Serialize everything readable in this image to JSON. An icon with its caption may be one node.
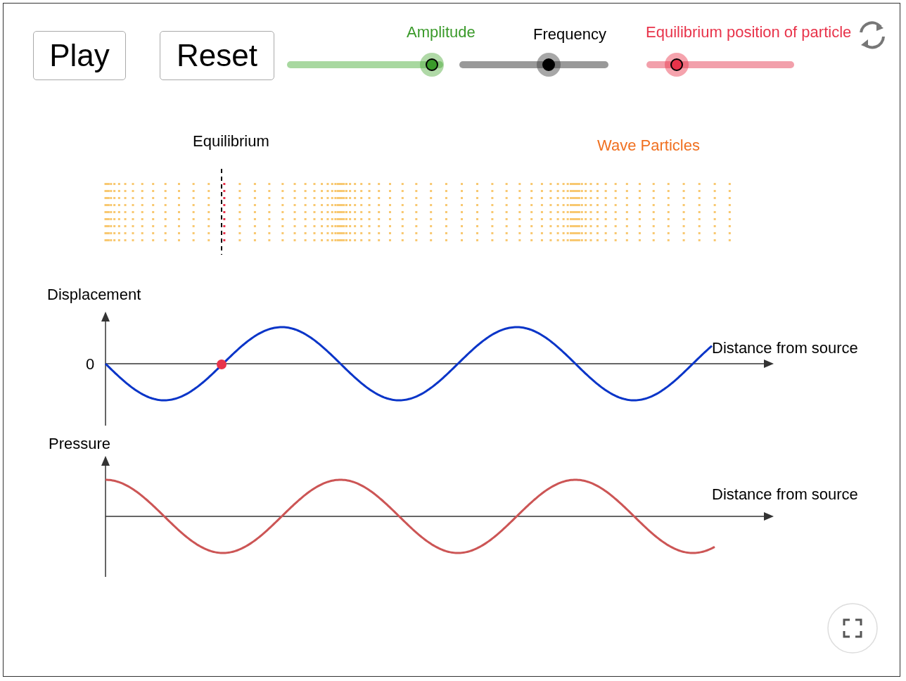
{
  "diagram": {
    "labels": [
      "Play",
      "Reset",
      "Amplitude",
      "Frequency",
      "Equilibrium position of particle",
      "Equilibrium",
      "Wave Particles",
      "Displacement",
      "0",
      "Distance from source",
      "Pressure",
      "Distance from source"
    ]
  }
}
